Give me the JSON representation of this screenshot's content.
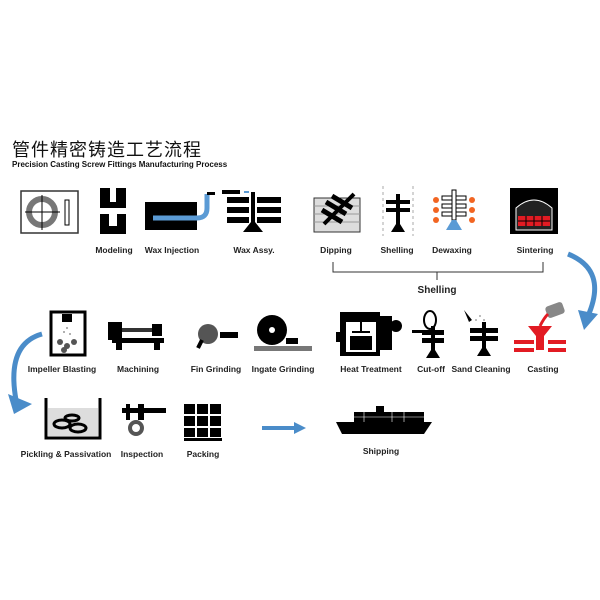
{
  "title_cn": "管件精密铸造工艺流程",
  "title_en": "Precision Casting Screw Fittings Manufacturing Process",
  "row1": [
    "Modeling",
    "Wax Injection",
    "Wax Assy.",
    "Dipping",
    "Shelling",
    "Dewaxing",
    "Sintering"
  ],
  "bracket_label": "Shelling",
  "row2": [
    "Impeller Blasting",
    "Machining",
    "Fin Grinding",
    "Ingate Grinding",
    "Heat Treatment",
    "Cut-off",
    "Sand Cleaning",
    "Casting"
  ],
  "row3": [
    "Pickling & Passivation",
    "Inspection",
    "Packing",
    "Shipping"
  ],
  "colors": {
    "arrow": "#4a8cc9",
    "accent_red": "#e21b23",
    "wax_blue": "#5b9bd5"
  }
}
